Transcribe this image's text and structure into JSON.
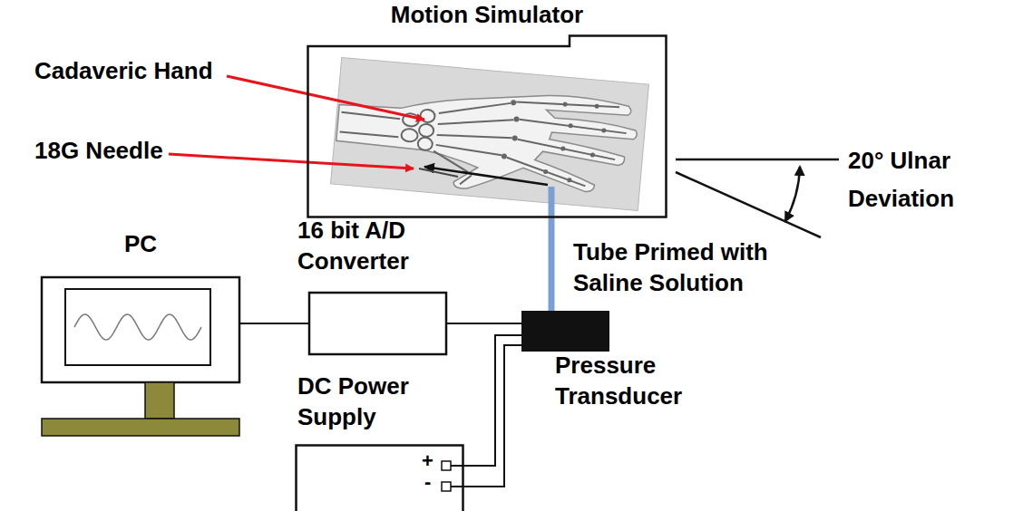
{
  "diagram": {
    "nodes": [
      {
        "text": [
          "Motion Simulator"
        ]
      },
      {
        "text": [
          "PC"
        ]
      },
      {
        "text": [
          "16 bit A/D Converter"
        ]
      },
      {
        "text": [
          "Pressure Transducer"
        ]
      },
      {
        "text": [
          "DC Power Supply",
          "+",
          "-"
        ]
      }
    ],
    "edges": [
      {
        "from": 1,
        "to": 2,
        "arrow": "none"
      },
      {
        "from": 2,
        "to": 3,
        "arrow": "none"
      },
      {
        "from": 3,
        "to": 0,
        "arrow": "none"
      },
      {
        "from": 4,
        "to": 3,
        "arrow": "none"
      },
      {
        "from": 4,
        "to": 3,
        "arrow": "none"
      }
    ],
    "labels": [
      "Cadaveric Hand",
      "18G Needle",
      "20° Ulnar Deviation",
      "Tube Primed with Saline Solution"
    ]
  }
}
